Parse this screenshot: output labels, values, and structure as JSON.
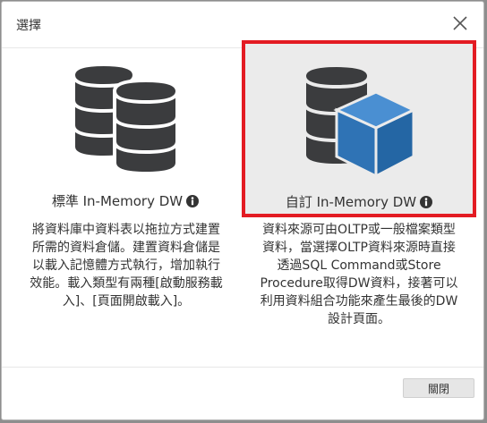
{
  "dialog": {
    "title": "選擇",
    "close_icon": "close-icon",
    "close_button_label": "關閉"
  },
  "options": {
    "standard": {
      "label": "標準 In-Memory DW",
      "icon": "database-icon",
      "info_icon": "info-icon",
      "description_lines": [
        "將資料庫中資料表以拖拉方式建置",
        "所需的資料倉儲。建置資料倉儲是",
        "以載入記憶體方式執行，增加執行",
        "效能。載入類型有兩種[啟動服務載",
        "入]、[頁面開啟載入]。"
      ]
    },
    "custom": {
      "label": "自訂 In-Memory DW",
      "icon": "database-cube-icon",
      "info_icon": "info-icon",
      "selected": true,
      "description_lines": [
        "資料來源可由OLTP或一般檔案類型",
        "資料，當選擇OLTP資料來源時直接",
        "透過SQL Command或Store",
        "Procedure取得DW資料，接著可以",
        "利用資料組合功能來產生最後的DW",
        "設計頁面。"
      ]
    }
  },
  "colors": {
    "db_dark": "#3b3c3e",
    "cube_blue": "#2c6fad",
    "selected_border": "#e31b23",
    "selected_bg": "#ebebeb"
  }
}
